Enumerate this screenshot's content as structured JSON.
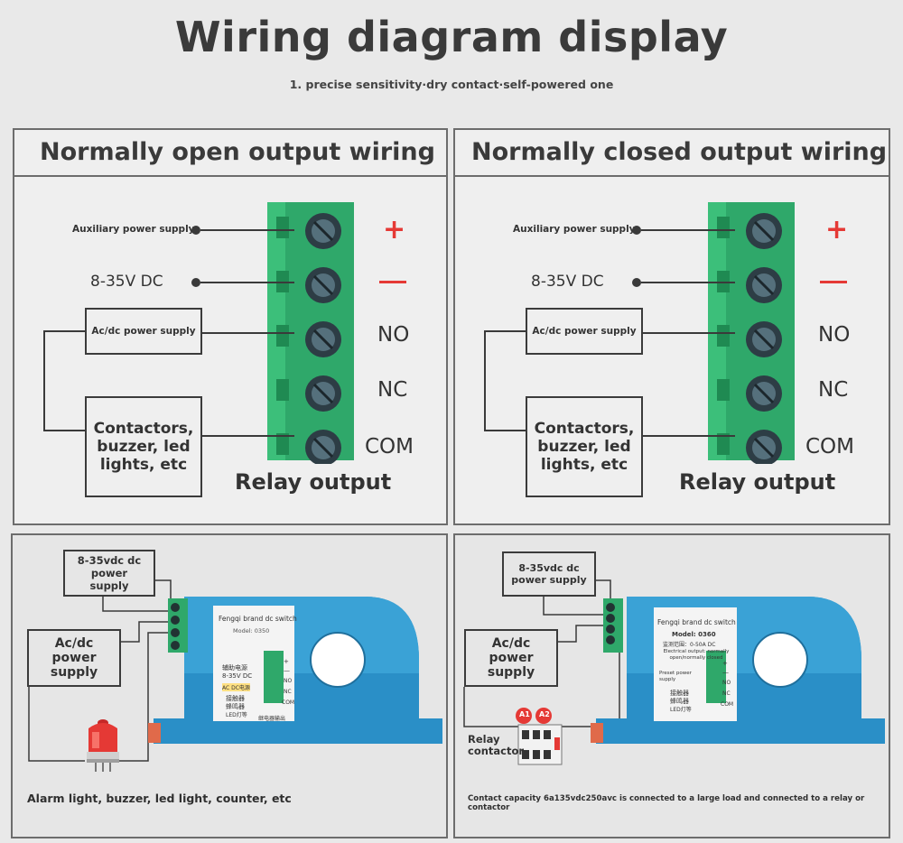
{
  "header": {
    "title": "Wiring diagram display",
    "subtitle": "1. precise sensitivity·dry contact·self-powered one"
  },
  "panel_no": {
    "heading": "Normally open output wiring",
    "aux_label": "Auxiliary power supply",
    "dc_label": "8-35V DC",
    "acdc_box": "Ac/dc power supply",
    "load_box": "Contactors, buzzer, led lights, etc",
    "relay_output": "Relay output",
    "terminals": [
      "+",
      "—",
      "NO",
      "NC",
      "COM"
    ]
  },
  "panel_nc": {
    "heading": "Normally closed output wiring",
    "aux_label": "Auxiliary power supply",
    "dc_label": "8-35V DC",
    "acdc_box": "Ac/dc power supply",
    "load_box": "Contactors, buzzer, led lights, etc",
    "relay_output": "Relay output",
    "terminals": [
      "+",
      "—",
      "NO",
      "NC",
      "COM"
    ]
  },
  "photo_left": {
    "dc_box": "8-35vdc dc power supply",
    "acdc_box": "Ac/dc power supply",
    "caption": "Alarm light, buzzer, led light, counter, etc",
    "label_title": "Fengqi brand dc switch",
    "label_model": "Model: 0350",
    "label_lines": [
      "辅助电源",
      "8-35V DC",
      "AC DC电源",
      "接触器",
      "蜂鸣器",
      "LED灯等",
      "继电器输出"
    ],
    "label_terms": [
      "+",
      "—",
      "NO",
      "NC",
      "COM"
    ]
  },
  "photo_right": {
    "dc_box": "8-35vdc dc power supply",
    "acdc_box": "Ac/dc power supply",
    "relay_label": "Relay contactor",
    "coil_a1": "A1",
    "coil_a2": "A2",
    "caption": "Contact capacity 6a135vdc250avc is connected to a large load and connected to a relay or contactor",
    "label_title": "Fengqi brand dc switch",
    "label_model": "Model: 0360",
    "label_lines": [
      "监测范围：0-50A DC",
      "Electrical output: normally open/normally closed",
      "Preset power supply",
      "接触器",
      "蜂鸣器",
      "LED灯等"
    ],
    "label_terms": [
      "+",
      "—",
      "NO",
      "NC",
      "COM"
    ]
  },
  "colors": {
    "terminal_green": "#2fa86a",
    "device_blue": "#2a8fc7",
    "red": "#e53935"
  }
}
